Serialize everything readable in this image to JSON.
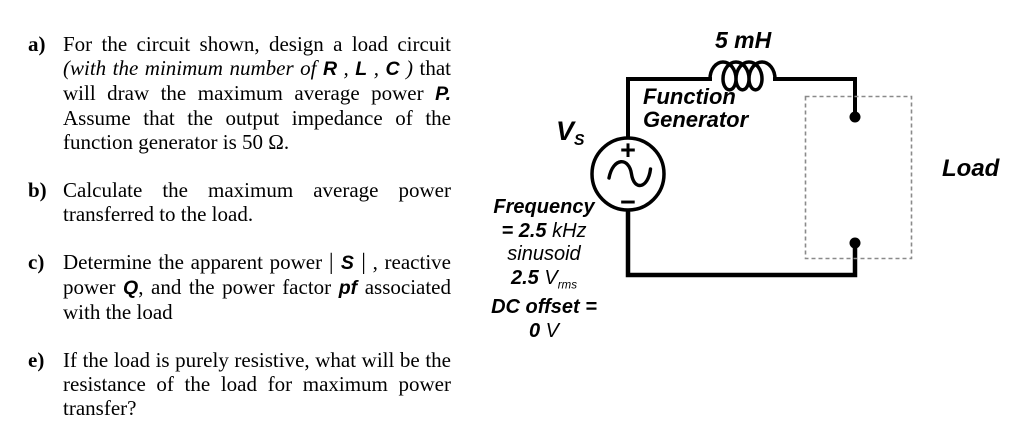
{
  "questions": [
    {
      "label": "a)",
      "segments": [
        {
          "t": "For the circuit shown, design a load circuit ",
          "s": "n"
        },
        {
          "t": "(with the minimum number of ",
          "s": "i"
        },
        {
          "t": "R",
          "s": "v"
        },
        {
          "t": " , ",
          "s": "i"
        },
        {
          "t": "L",
          "s": "v"
        },
        {
          "t": " , ",
          "s": "i"
        },
        {
          "t": "C",
          "s": "v"
        },
        {
          "t": " ) ",
          "s": "i"
        },
        {
          "t": "that will draw the maximum average power ",
          "s": "n"
        },
        {
          "t": "P.",
          "s": "v"
        },
        {
          "t": " Assume that the output impedance of the function generator is 50 Ω.",
          "s": "n"
        }
      ]
    },
    {
      "label": "b)",
      "segments": [
        {
          "t": "Calculate the maximum average power transferred to the load.",
          "s": "n"
        }
      ]
    },
    {
      "label": "c)",
      "segments": [
        {
          "t": "Determine the apparent power ",
          "s": "n"
        },
        {
          "t": "| ",
          "s": "bar"
        },
        {
          "t": "S",
          "s": "v"
        },
        {
          "t": " |",
          "s": "bar"
        },
        {
          "t": " , reactive power ",
          "s": "n"
        },
        {
          "t": "Q",
          "s": "v"
        },
        {
          "t": ", and the power factor ",
          "s": "n"
        },
        {
          "t": "pf",
          "s": "v"
        },
        {
          "t": " associated with the load",
          "s": "n"
        }
      ]
    },
    {
      "label": "e)",
      "segments": [
        {
          "t": "If the load is purely resistive, what will be the resistance of the load for maximum power transfer?",
          "s": "n"
        }
      ]
    }
  ],
  "circuit": {
    "inductor_label": "5 mH",
    "generator_label": "Function Generator",
    "load_label": "Load",
    "source_label": [
      {
        "t": "V",
        "s": "b"
      },
      {
        "t": "S",
        "s": "bsub"
      }
    ],
    "polarity_plus": "+",
    "polarity_minus": "−",
    "settings": [
      [
        {
          "t": "Frequency",
          "s": "b"
        }
      ],
      [
        {
          "t": "= 2.5 ",
          "s": "b"
        },
        {
          "t": "kHz",
          "s": "r"
        }
      ],
      [
        {
          "t": "sinusoid",
          "s": "r"
        }
      ],
      [
        {
          "t": "2.5 ",
          "s": "b"
        },
        {
          "t": "V",
          "s": "r"
        },
        {
          "t": "rms",
          "s": "rsub"
        }
      ],
      [
        {
          "t": "DC offset =",
          "s": "b"
        }
      ],
      [
        {
          "t": "0 ",
          "s": "b"
        },
        {
          "t": "V",
          "s": "r"
        }
      ]
    ],
    "colors": {
      "wire": "#000000",
      "dashed_box": "#8a8a8a",
      "background": "#ffffff",
      "text": "#000000"
    }
  }
}
